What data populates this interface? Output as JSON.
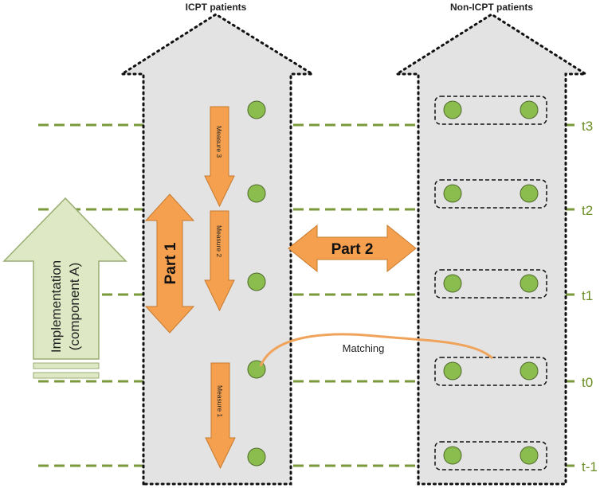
{
  "columns": {
    "icpt_title": "ICPT patients",
    "non_icpt_title": "Non-ICPT patients"
  },
  "timepoints": [
    "t3",
    "t2",
    "t1",
    "t0",
    "t-1"
  ],
  "measures": [
    "Measure 3",
    "Measure 2",
    "Measure 1"
  ],
  "part1_label": "Part 1",
  "part2_label": "Part 2",
  "implementation_label": [
    "Implementation",
    "(component A)"
  ],
  "matching_label": "Matching",
  "colors": {
    "column_fill": "#e3e3e3",
    "dashed_line": "#7a9a3a",
    "timepoint_text": "#6b8e23",
    "patient_circle": "#8bbd4e",
    "orange": "#f5a04f",
    "impl_arrow_fill": "#dfe8c4",
    "impl_arrow_stroke": "#9aae72"
  }
}
